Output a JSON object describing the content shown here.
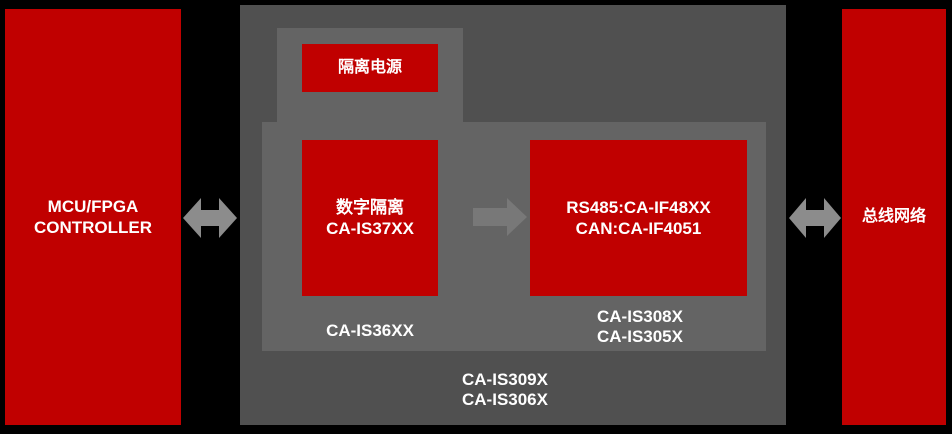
{
  "left_block": {
    "line1": "MCU/FPGA",
    "line2": "CONTROLLER"
  },
  "right_block": {
    "label": "总线网络"
  },
  "power_block": {
    "label": "隔离电源"
  },
  "digital_block": {
    "line1": "数字隔离",
    "line2": "CA-IS37XX"
  },
  "transceiver_block": {
    "line1": "RS485:CA-IF48XX",
    "line2": "CAN:CA-IF4051"
  },
  "inner_container": {
    "label": "CA-IS36XX",
    "sublabel_line1": "CA-IS308X",
    "sublabel_line2": "CA-IS305X"
  },
  "outer_container": {
    "line1": "CA-IS309X",
    "line2": "CA-IS306X"
  },
  "colors": {
    "brand_red": "#c00000",
    "outer_gray": "#505050",
    "inner_gray": "#646464",
    "arrow_gray": "#8c8c8c"
  }
}
